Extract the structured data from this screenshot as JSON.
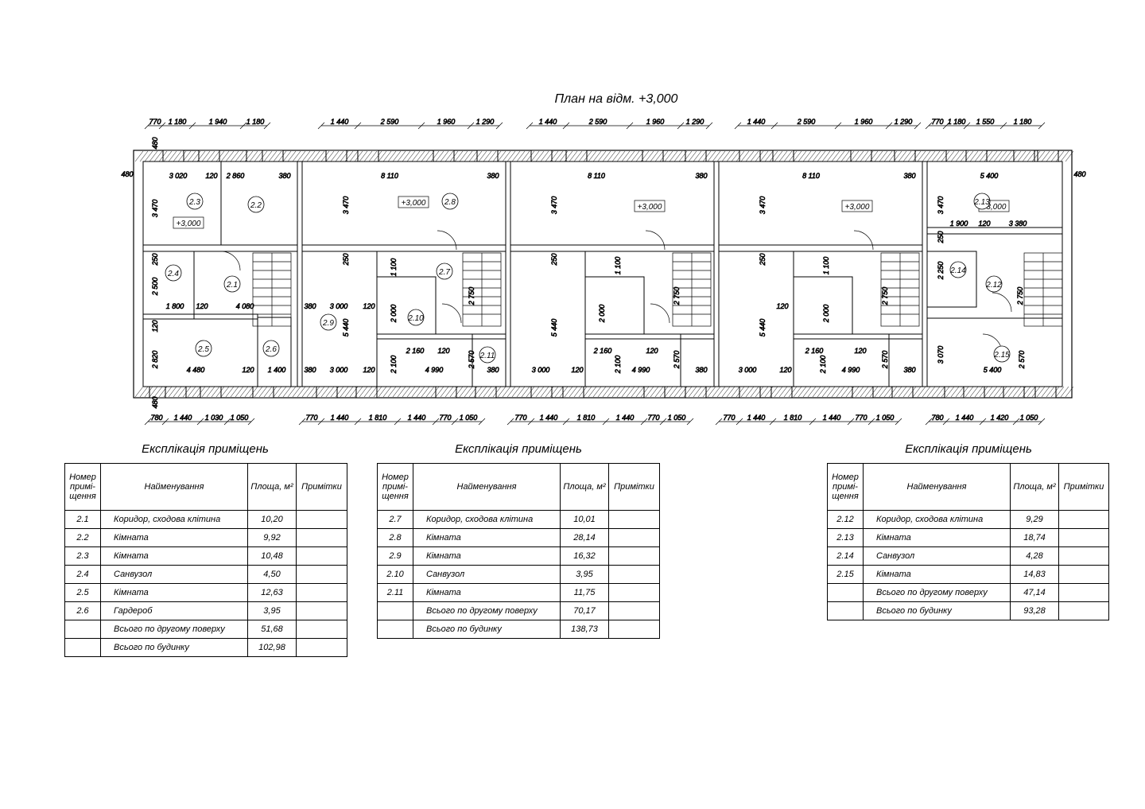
{
  "plan": {
    "title": "План на відм. +3,000",
    "level_mark": "+3,000",
    "top_dims": [
      [
        "770",
        "1 180",
        "1 940",
        "1 180"
      ],
      [
        "1 440",
        "2 590",
        "1 960",
        "1 290"
      ],
      [
        "1 440",
        "2 590",
        "1 960",
        "1 290"
      ],
      [
        "1 440",
        "2 590",
        "1 960",
        "1 290"
      ],
      [
        "770",
        "1 180",
        "1 550",
        "1 180"
      ]
    ],
    "bottom_dims": [
      [
        "780",
        "1 440",
        "1 030",
        "1 050"
      ],
      [
        "770",
        "1 440",
        "1 810",
        "1 440",
        "770",
        "1 050"
      ],
      [
        "770",
        "1 440",
        "1 810",
        "1 440",
        "770",
        "1 050"
      ],
      [
        "770",
        "1 440",
        "1 810",
        "1 440",
        "770",
        "1 050"
      ],
      [
        "780",
        "1 440",
        "1 420",
        "1 050"
      ]
    ],
    "inner_dims": {
      "wall": "480",
      "a": [
        "3 020",
        "120",
        "2 860",
        "380"
      ],
      "b": [
        "8 110",
        "380"
      ],
      "e": [
        "5 400"
      ],
      "e2": [
        "1 900",
        "120",
        "3 380"
      ],
      "v": [
        "3 470",
        "250",
        "2 500",
        "120",
        "2 820",
        "5 440",
        "2 000",
        "2 100",
        "2 750",
        "2 570",
        "1 100",
        "3 070",
        "2 250"
      ],
      "h": [
        "1 800",
        "120",
        "4 080",
        "4 480",
        "120",
        "1 400",
        "380",
        "3 000",
        "120",
        "2 160",
        "120",
        "4 990",
        "2 570",
        "380",
        "5 400"
      ]
    },
    "room_labels": [
      "2.1",
      "2.2",
      "2.3",
      "2.4",
      "2.5",
      "2.6",
      "2.7",
      "2.8",
      "2.9",
      "2.10",
      "2.11",
      "2.12",
      "2.13",
      "2.14",
      "2.15"
    ]
  },
  "tables": [
    {
      "title": "Експлікація приміщень",
      "headers": [
        "Номер примі- щення",
        "Найменування",
        "Площа, м²",
        "Примітки"
      ],
      "rows": [
        [
          "2.1",
          "Коридор, сходова клітина",
          "10,20",
          ""
        ],
        [
          "2.2",
          "Кімната",
          "9,92",
          ""
        ],
        [
          "2.3",
          "Кімната",
          "10,48",
          ""
        ],
        [
          "2.4",
          "Санвузол",
          "4,50",
          ""
        ],
        [
          "2.5",
          "Кімната",
          "12,63",
          ""
        ],
        [
          "2.6",
          "Гардероб",
          "3,95",
          ""
        ],
        [
          "",
          "Всього по другому поверху",
          "51,68",
          ""
        ],
        [
          "",
          "Всього по будинку",
          "102,98",
          ""
        ]
      ]
    },
    {
      "title": "Експлікація приміщень",
      "headers": [
        "Номер примі- щення",
        "Найменування",
        "Площа, м²",
        "Примітки"
      ],
      "rows": [
        [
          "2.7",
          "Коридор, сходова клітина",
          "10,01",
          ""
        ],
        [
          "2.8",
          "Кімната",
          "28,14",
          ""
        ],
        [
          "2.9",
          "Кімната",
          "16,32",
          ""
        ],
        [
          "2.10",
          "Санвузол",
          "3,95",
          ""
        ],
        [
          "2.11",
          "Кімната",
          "11,75",
          ""
        ],
        [
          "",
          "Всього по другому поверху",
          "70,17",
          ""
        ],
        [
          "",
          "Всього по будинку",
          "138,73",
          ""
        ]
      ]
    },
    {
      "title": "Експлікація приміщень",
      "headers": [
        "Номер примі- щення",
        "Найменування",
        "Площа, м²",
        "Примітки"
      ],
      "rows": [
        [
          "2.12",
          "Коридор, сходова клітина",
          "9,29",
          ""
        ],
        [
          "2.13",
          "Кімната",
          "18,74",
          ""
        ],
        [
          "2.14",
          "Санвузол",
          "4,28",
          ""
        ],
        [
          "2.15",
          "Кімната",
          "14,83",
          ""
        ],
        [
          "",
          "Всього по другому поверху",
          "47,14",
          ""
        ],
        [
          "",
          "Всього по будинку",
          "93,28",
          ""
        ]
      ]
    }
  ]
}
